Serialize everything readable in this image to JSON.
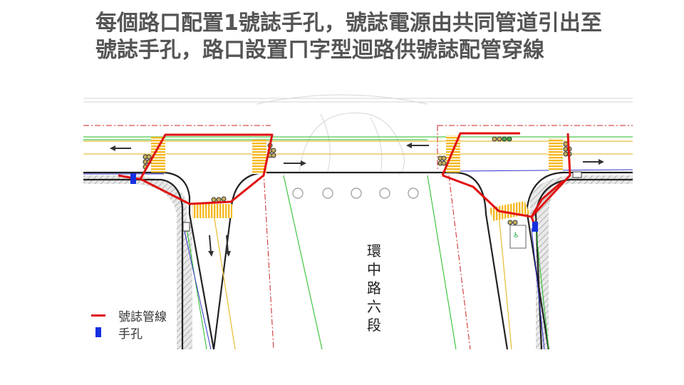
{
  "title": {
    "line1": "每個路口配置1號誌手孔，號誌電源由共同管道引出至",
    "line2": "號誌手孔，路口設置ㄇ字型迴路供號誌配管穿線"
  },
  "road_label": [
    "環",
    "中",
    "路",
    "六",
    "段"
  ],
  "legend": {
    "conduit": {
      "label": "號誌管線",
      "color": "#e01010"
    },
    "handhole": {
      "label": "手孔",
      "color": "#1530e0"
    }
  },
  "colors": {
    "conduit": "#e01010",
    "handhole": "#1530e0",
    "crosswalk": "#f5b820",
    "curb": "#222222",
    "green_line": "#22bb22",
    "blue_line": "#3333cc",
    "red_dash": "#cc2222"
  }
}
